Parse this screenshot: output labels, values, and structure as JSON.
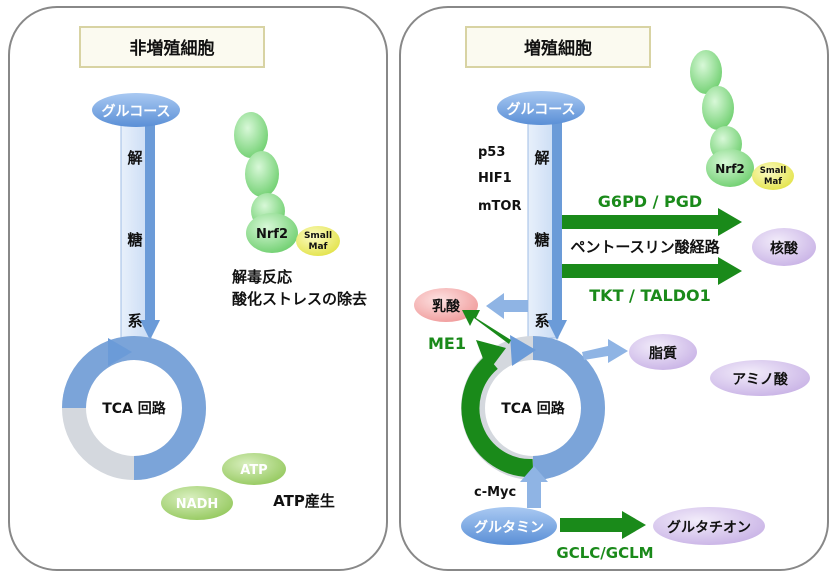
{
  "left_panel": {
    "title": "非増殖細胞",
    "glucose": "グルコース",
    "glycolysis": [
      "解",
      "糖",
      "系"
    ],
    "tca": "TCA 回路",
    "nrf2": "Nrf2",
    "small_maf": [
      "Small",
      "Maf"
    ],
    "detox": [
      "解毒反応",
      "酸化ストレスの除去"
    ],
    "nadh": "NADH",
    "atp": "ATP",
    "atp_production": "ATP産生"
  },
  "right_panel": {
    "title": "増殖細胞",
    "glucose": "グルコース",
    "glycolysis": [
      "解",
      "糖",
      "系"
    ],
    "regulators": [
      "p53",
      "HIF1",
      "mTOR"
    ],
    "g6pd": "G6PD / PGD",
    "pentose": "ペントースリン酸経路",
    "tkt": "TKT / TALDO1",
    "nucleic_acid": "核酸",
    "lactate": "乳酸",
    "me1": "ME1",
    "lipid": "脂質",
    "amino_acid": "アミノ酸",
    "tca": "TCA 回路",
    "cmyc": "c-Myc",
    "glutamine": "グルタミン",
    "glutathione": "グルタチオン",
    "gclc": "GCLC/GCLM",
    "nrf2": "Nrf2",
    "small_maf": [
      "Small",
      "Maf"
    ]
  },
  "colors": {
    "blue": "#6b9bd8",
    "green": "#1a8a1a",
    "lavender": "#d8c8ee",
    "pink": "#f7b8b8",
    "nrf2_green": "#8fe08f",
    "maf_yellow": "#f2f27a",
    "atp_green": "#a8d47a"
  }
}
